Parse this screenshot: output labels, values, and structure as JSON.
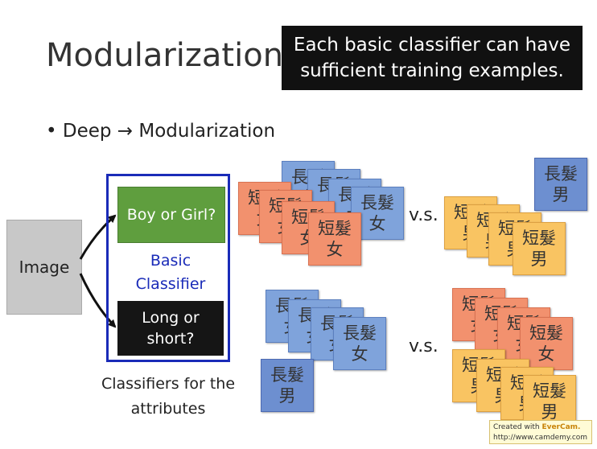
{
  "slide": {
    "title": "Modularization",
    "callout": {
      "line1": "Each basic classifier can have",
      "line2": "sufficient training examples."
    },
    "bullet": "• Deep → Modularization"
  },
  "diagram": {
    "input_label": "Image",
    "classifier_1": "Boy or Girl?",
    "classifier_2_line1": "Long or",
    "classifier_2_line2": "short?",
    "basic_classifier_line1": "Basic",
    "basic_classifier_line2": "Classifier",
    "caption_line1": "Classifiers for the",
    "caption_line2": "attributes",
    "vs_label": "v.s.",
    "card_text": {
      "long_hair_girl": [
        "長髮",
        "女"
      ],
      "short_hair_girl": [
        "短髮",
        "女"
      ],
      "long_hair_boy": [
        "長髮",
        "男"
      ],
      "short_hair_boy": [
        "短髮",
        "男"
      ]
    }
  },
  "colors": {
    "frame_blue": "#1a2bb8",
    "classifier_green": "#5f9e3e",
    "card_blue": "#7fa3db",
    "card_orange": "#f2916e",
    "card_yellow": "#f9c462"
  },
  "watermark": {
    "prefix": "Created with ",
    "brand": "EverCam.",
    "url": "http://www.camdemy.com"
  }
}
